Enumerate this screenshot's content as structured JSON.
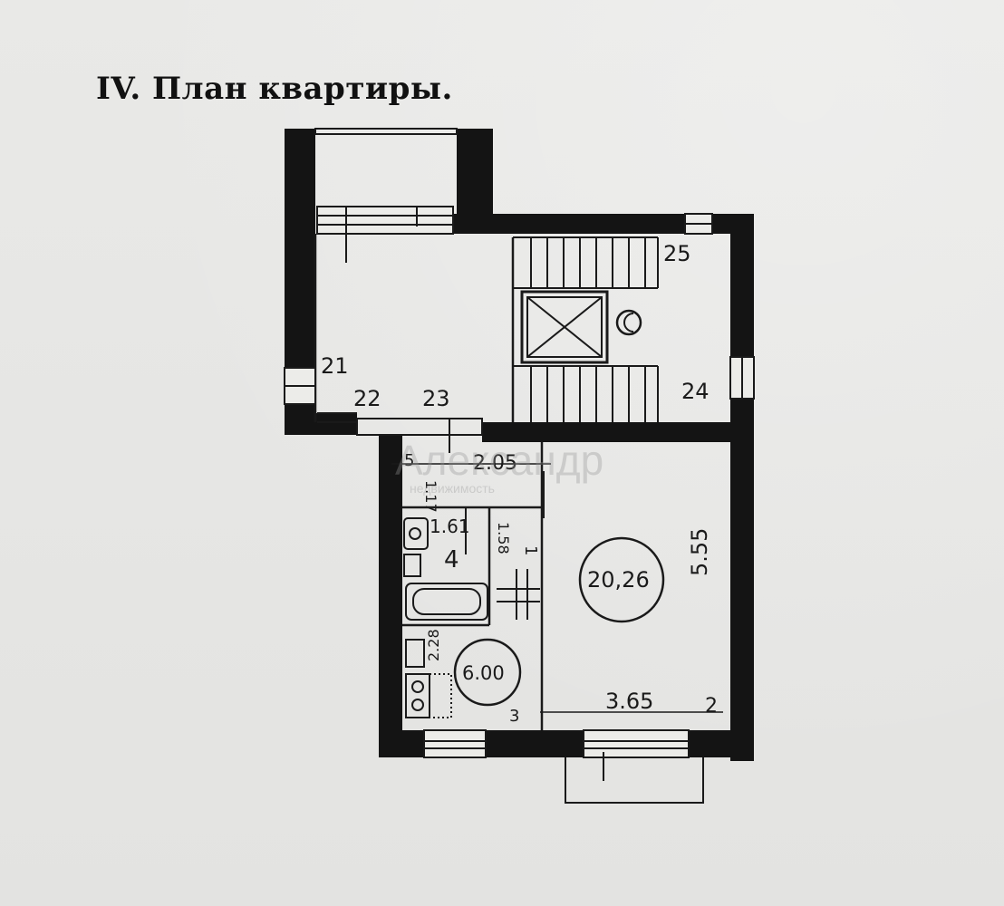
{
  "document": {
    "heading": "IV. План квартиры."
  },
  "plan": {
    "labels": {
      "l21": "21",
      "l22": "22",
      "l23": "23",
      "l24": "24",
      "l25": "25",
      "l1": "1",
      "l2": "2",
      "l3": "3",
      "l4": "4",
      "l5": "5",
      "d_205": "2.05",
      "d_117": "1.17",
      "d_161": "1.61",
      "d_158": "1.58",
      "d_228": "2.28",
      "d_555": "5.55",
      "d_365": "3.65"
    },
    "areas": {
      "room": "20,26",
      "kitchen": "6.00"
    },
    "watermark": {
      "main": "Александр",
      "sub": "недвижимость"
    }
  }
}
